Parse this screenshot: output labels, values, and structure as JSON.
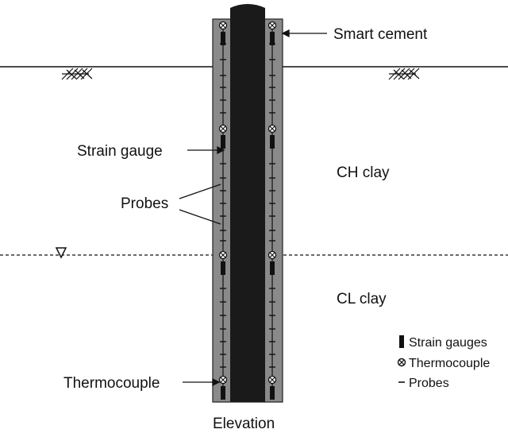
{
  "labels": {
    "smart_cement": "Smart cement",
    "strain_gauge": "Strain gauge",
    "probes": "Probes",
    "thermocouple": "Thermocouple",
    "ch_clay": "CH clay",
    "cl_clay": "CL clay",
    "elevation": "Elevation"
  },
  "legend": {
    "strain_gauges": "Strain gauges",
    "thermocouple": "Thermocouple",
    "probes": "Probes"
  },
  "icons": {
    "strain_gauge": "strain-gauge-icon",
    "thermocouple": "thermocouple-icon",
    "probe": "probe-icon",
    "water_table": "water-table-icon",
    "ground_hatch": "ground-hatch-icon"
  },
  "colors": {
    "pile_core": "#1a1a1a",
    "smart_cement": "#8a8a8a",
    "ink": "#111111"
  }
}
